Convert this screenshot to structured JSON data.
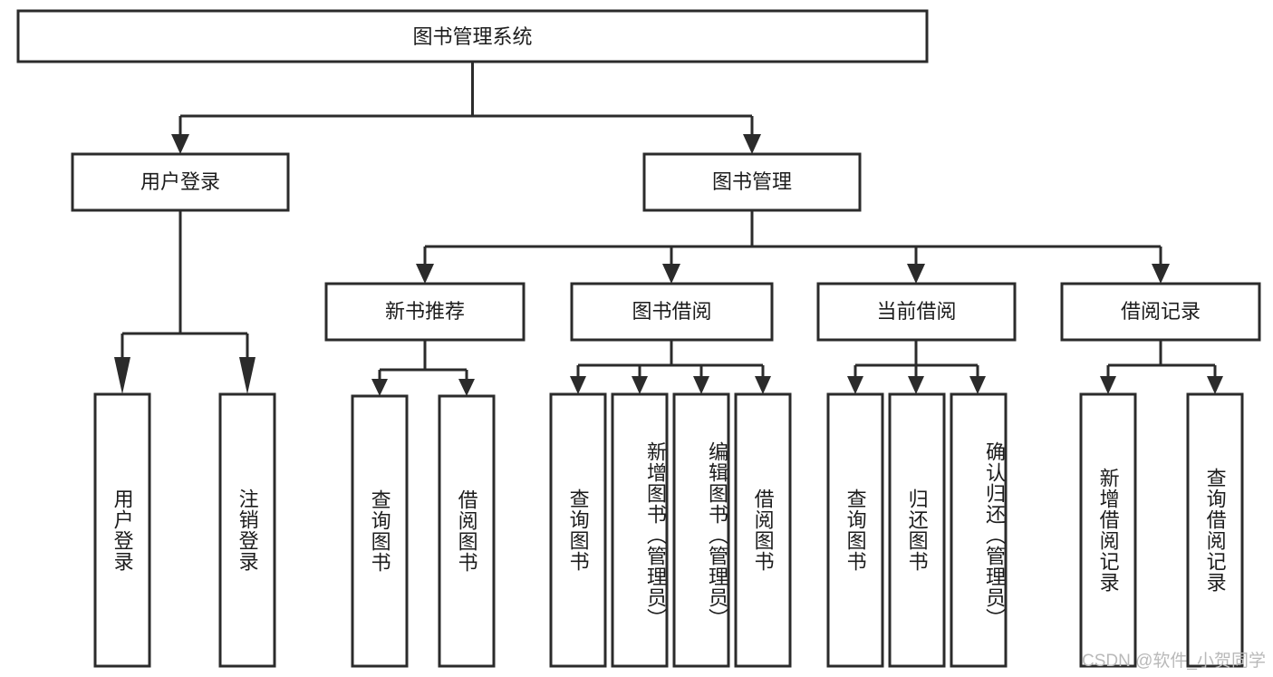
{
  "diagram": {
    "title": "图书管理系统",
    "type": "hierarchy-tree",
    "orientation": "top-down",
    "colors": {
      "stroke": "#2b2b2b",
      "fill": "#ffffff",
      "text": "#1c1c1c",
      "watermark": "#b9b9b9"
    },
    "root": {
      "label": "图书管理系统"
    },
    "level2": [
      {
        "label": "用户登录"
      },
      {
        "label": "图书管理"
      }
    ],
    "level3": [
      {
        "label": "新书推荐"
      },
      {
        "label": "图书借阅"
      },
      {
        "label": "当前借阅"
      },
      {
        "label": "借阅记录"
      }
    ],
    "leaves": {
      "user_login": [
        {
          "label": "用户登录"
        },
        {
          "label": "注销登录"
        }
      ],
      "new_book_recommend": [
        {
          "label": "查询图书"
        },
        {
          "label": "借阅图书"
        }
      ],
      "book_borrow": [
        {
          "label": "查询图书"
        },
        {
          "label": "新增图书（管理员）"
        },
        {
          "label": "编辑图书（管理员）"
        },
        {
          "label": "借阅图书"
        }
      ],
      "current_borrow": [
        {
          "label": "查询图书"
        },
        {
          "label": "归还图书"
        },
        {
          "label": "确认归还（管理员）"
        }
      ],
      "borrow_record": [
        {
          "label": "新增借阅记录"
        },
        {
          "label": "查询借阅记录"
        }
      ]
    }
  },
  "watermark": {
    "text": "CSDN @软件_小贺同学"
  }
}
